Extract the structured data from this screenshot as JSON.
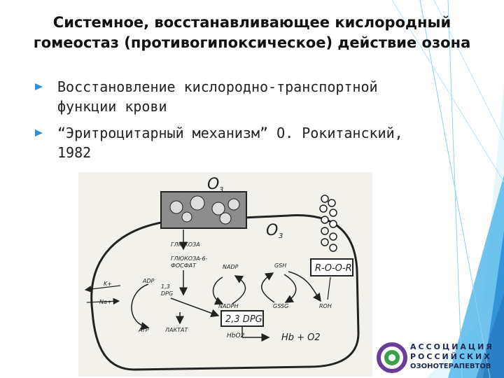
{
  "slide": {
    "title": "Системное, восстанавливающее кислородный гомеостаз (противогипоксическое) действие озона",
    "bullets": [
      "Восстановление кислородно-транспортной функции крови",
      "“Эритроцитарный механизм” О. Рокитанский, 1982"
    ]
  },
  "diagram": {
    "o3_top": "O",
    "o3_top_sub": "3",
    "o3_mid": "O",
    "o3_mid_sub": "3",
    "glucose": "ГЛЮКОЗА",
    "glucose6p_1": "ГЛЮКОЗА-6-",
    "glucose6p_2": "ФОСФАТ",
    "dpg13_1": "1,3",
    "dpg13_2": "DPG",
    "nadp": "NADP",
    "nadph": "NADPH",
    "gsh": "GSH",
    "gssg": "GSSG",
    "roh": "ROH",
    "roor": "R-O-O-R",
    "dpg23": "2,3 DPG",
    "adp": "ADP",
    "atp": "ATP",
    "lactate": "ЛАКТАТ",
    "k_ion": "K+",
    "na_ion": "Na+",
    "hbo2": "HbO2",
    "hb_o2": "Hb + O2"
  },
  "logo": {
    "line1": "АССОЦИАЦИЯ",
    "line2": "РОССИЙСКИХ",
    "line3": "ОЗОНОТЕРАПЕВТОВ"
  },
  "colors": {
    "accent": "#2f8fd6",
    "light_accent": "#8fd0f3",
    "logo_navy": "#1d2a55",
    "logo_purple": "#6a3d9a",
    "logo_green": "#3aa14a"
  }
}
